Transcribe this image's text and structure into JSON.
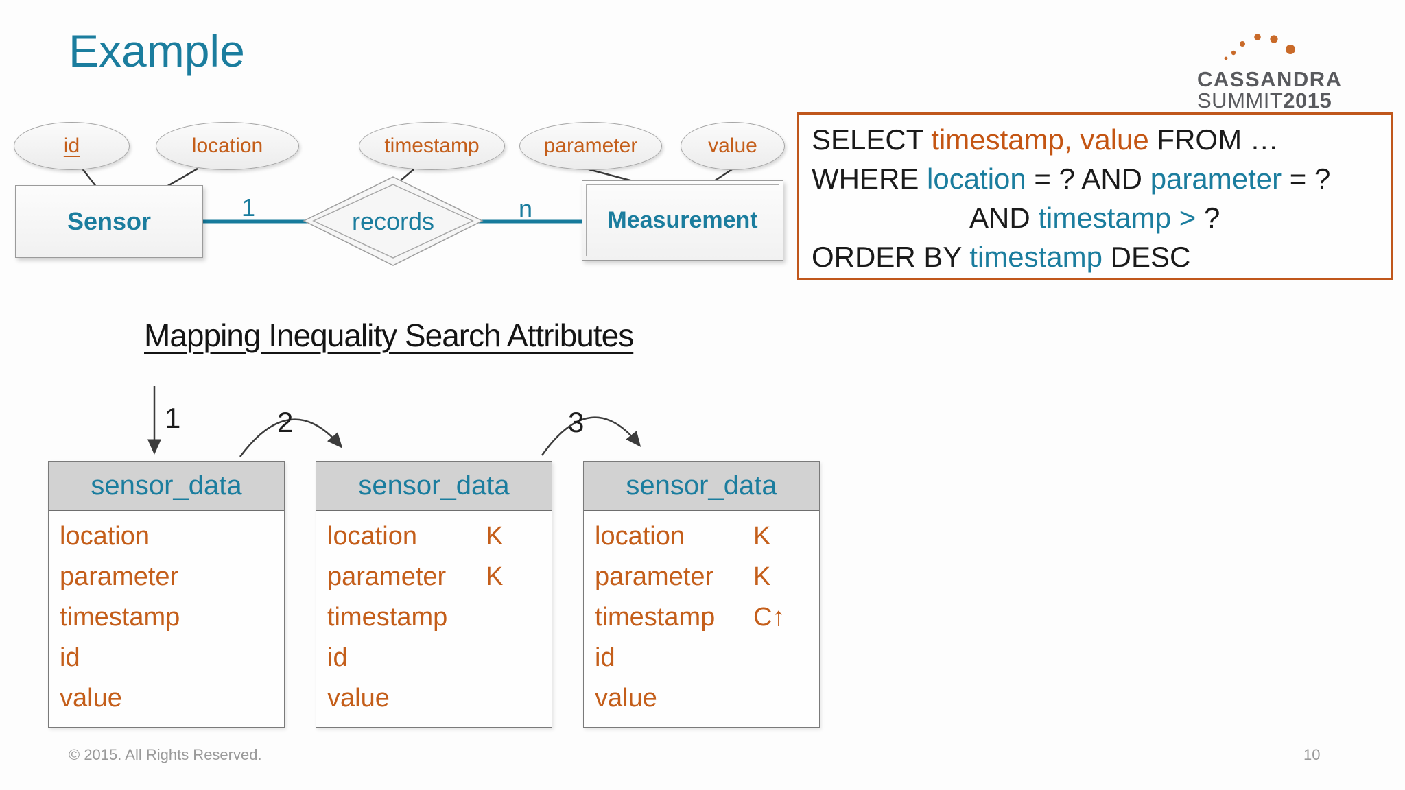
{
  "slide": {
    "title": "Example",
    "footer": "© 2015. All Rights Reserved.",
    "page_number": "10"
  },
  "logo": {
    "name": "CASSANDRA",
    "summit": "SUMMIT",
    "year": "2015",
    "dot_color": "#c96a29",
    "text_color": "#595a5e"
  },
  "er": {
    "attributes": [
      {
        "label": "id",
        "pk": true
      },
      {
        "label": "location",
        "pk": false
      },
      {
        "label": "timestamp",
        "pk": false
      },
      {
        "label": "parameter",
        "pk": false
      },
      {
        "label": "value",
        "pk": false
      }
    ],
    "sensor": "Sensor",
    "relationship": "records",
    "measurement": "Measurement",
    "card_left": "1",
    "card_right": "n"
  },
  "sql": {
    "lines": [
      [
        {
          "t": "SELECT ",
          "c": "k"
        },
        {
          "t": "timestamp,",
          "c": "o"
        },
        {
          "t": " ",
          "c": "k"
        },
        {
          "t": "value",
          "c": "o"
        },
        {
          "t": " FROM …",
          "c": "k"
        }
      ],
      [
        {
          "t": "WHERE ",
          "c": "k"
        },
        {
          "t": "location",
          "c": "t"
        },
        {
          "t": " = ? AND ",
          "c": "k"
        },
        {
          "t": "parameter",
          "c": "t"
        },
        {
          "t": " = ?",
          "c": "k"
        }
      ],
      [
        {
          "t": "AND ",
          "c": "k"
        },
        {
          "t": "timestamp >",
          "c": "t"
        },
        {
          "t": " ?",
          "c": "k"
        }
      ],
      [
        {
          "t": "ORDER BY ",
          "c": "k"
        },
        {
          "t": "timestamp",
          "c": "t"
        },
        {
          "t": " DESC",
          "c": "k"
        }
      ]
    ]
  },
  "mapping": {
    "heading": "Mapping Inequality Search Attributes",
    "steps": [
      "1",
      "2",
      "3"
    ],
    "tables": [
      {
        "title": "sensor_data",
        "columns": [
          {
            "name": "location",
            "key": ""
          },
          {
            "name": "parameter",
            "key": ""
          },
          {
            "name": "timestamp",
            "key": ""
          },
          {
            "name": "id",
            "key": ""
          },
          {
            "name": "value",
            "key": ""
          }
        ]
      },
      {
        "title": "sensor_data",
        "columns": [
          {
            "name": "location",
            "key": "K"
          },
          {
            "name": "parameter",
            "key": "K"
          },
          {
            "name": "timestamp",
            "key": ""
          },
          {
            "name": "id",
            "key": ""
          },
          {
            "name": "value",
            "key": ""
          }
        ]
      },
      {
        "title": "sensor_data",
        "columns": [
          {
            "name": "location",
            "key": "K"
          },
          {
            "name": "parameter",
            "key": "K"
          },
          {
            "name": "timestamp",
            "key": "C↑"
          },
          {
            "name": "id",
            "key": ""
          },
          {
            "name": "value",
            "key": ""
          }
        ]
      }
    ]
  },
  "colors": {
    "teal": "#1b7d9e",
    "orange": "#c45e1a",
    "sql_orange": "#c45513",
    "box_border_orange": "#c0571c",
    "header_bg": "#d2d2d2",
    "logo_gray": "#595a5e"
  }
}
